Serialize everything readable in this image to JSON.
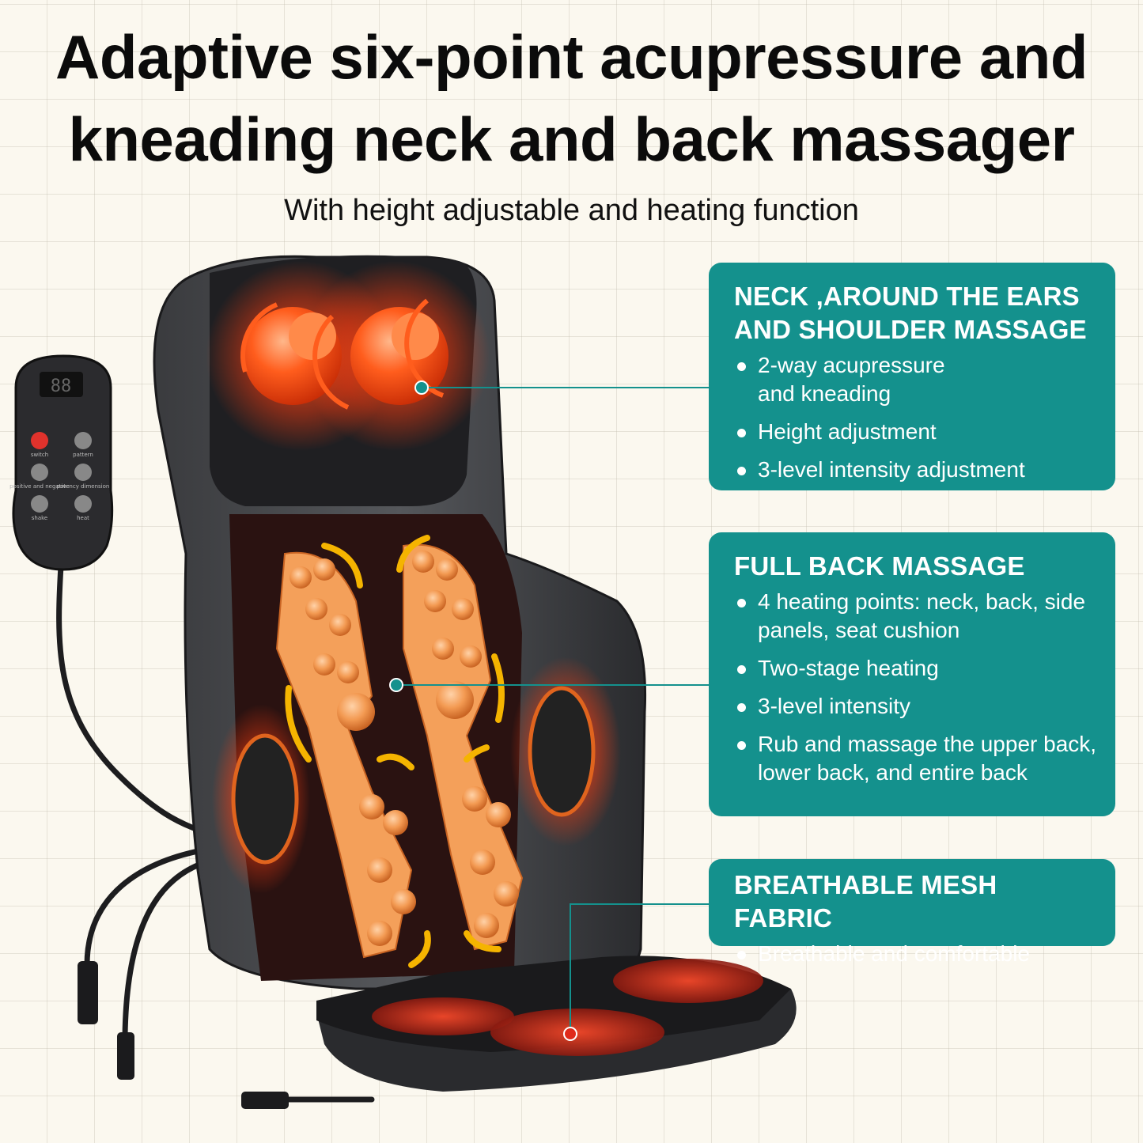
{
  "headline": {
    "line1": "Adaptive six-point acupressure and",
    "line2": "kneading neck and back massager"
  },
  "subtitle": "With height adjustable and heating function",
  "panels": [
    {
      "title_line1": "NECK ,AROUND THE EARS",
      "title_line2": "AND SHOULDER MASSAGE",
      "bullets": [
        "2-way acupressure and kneading",
        "Height adjustment",
        "3-level intensity adjustment"
      ]
    },
    {
      "title_line1": "FULL BACK MASSAGE",
      "bullets": [
        "4 heating points: neck, back, side panels, seat cushion",
        "Two-stage heating",
        "3-level intensity",
        "Rub and massage the upper back, lower back, and entire back"
      ]
    },
    {
      "title_line1": "BREATHABLE MESH FABRIC",
      "bullets": [
        "Breathable and comfortable"
      ]
    }
  ],
  "remote": {
    "display": "88",
    "buttons": [
      {
        "label": "switch",
        "icon": "power-icon"
      },
      {
        "label": "pattern",
        "icon": "sun-icon"
      },
      {
        "label": "positive and negative",
        "icon": "rotate-icon"
      },
      {
        "label": "potency dimension",
        "icon": "signal-bars-icon"
      },
      {
        "label": "shake",
        "icon": "vibration-icon"
      },
      {
        "label": "heat",
        "icon": "heat-waves-icon"
      }
    ]
  },
  "colors": {
    "accent_teal": "#14918d",
    "heat_orange": "#ff6a1f",
    "roller_orange": "#f4a05a",
    "arrow_yellow": "#f5b400",
    "chair_dark": "#2e2f32",
    "background": "#fbf8ef"
  }
}
